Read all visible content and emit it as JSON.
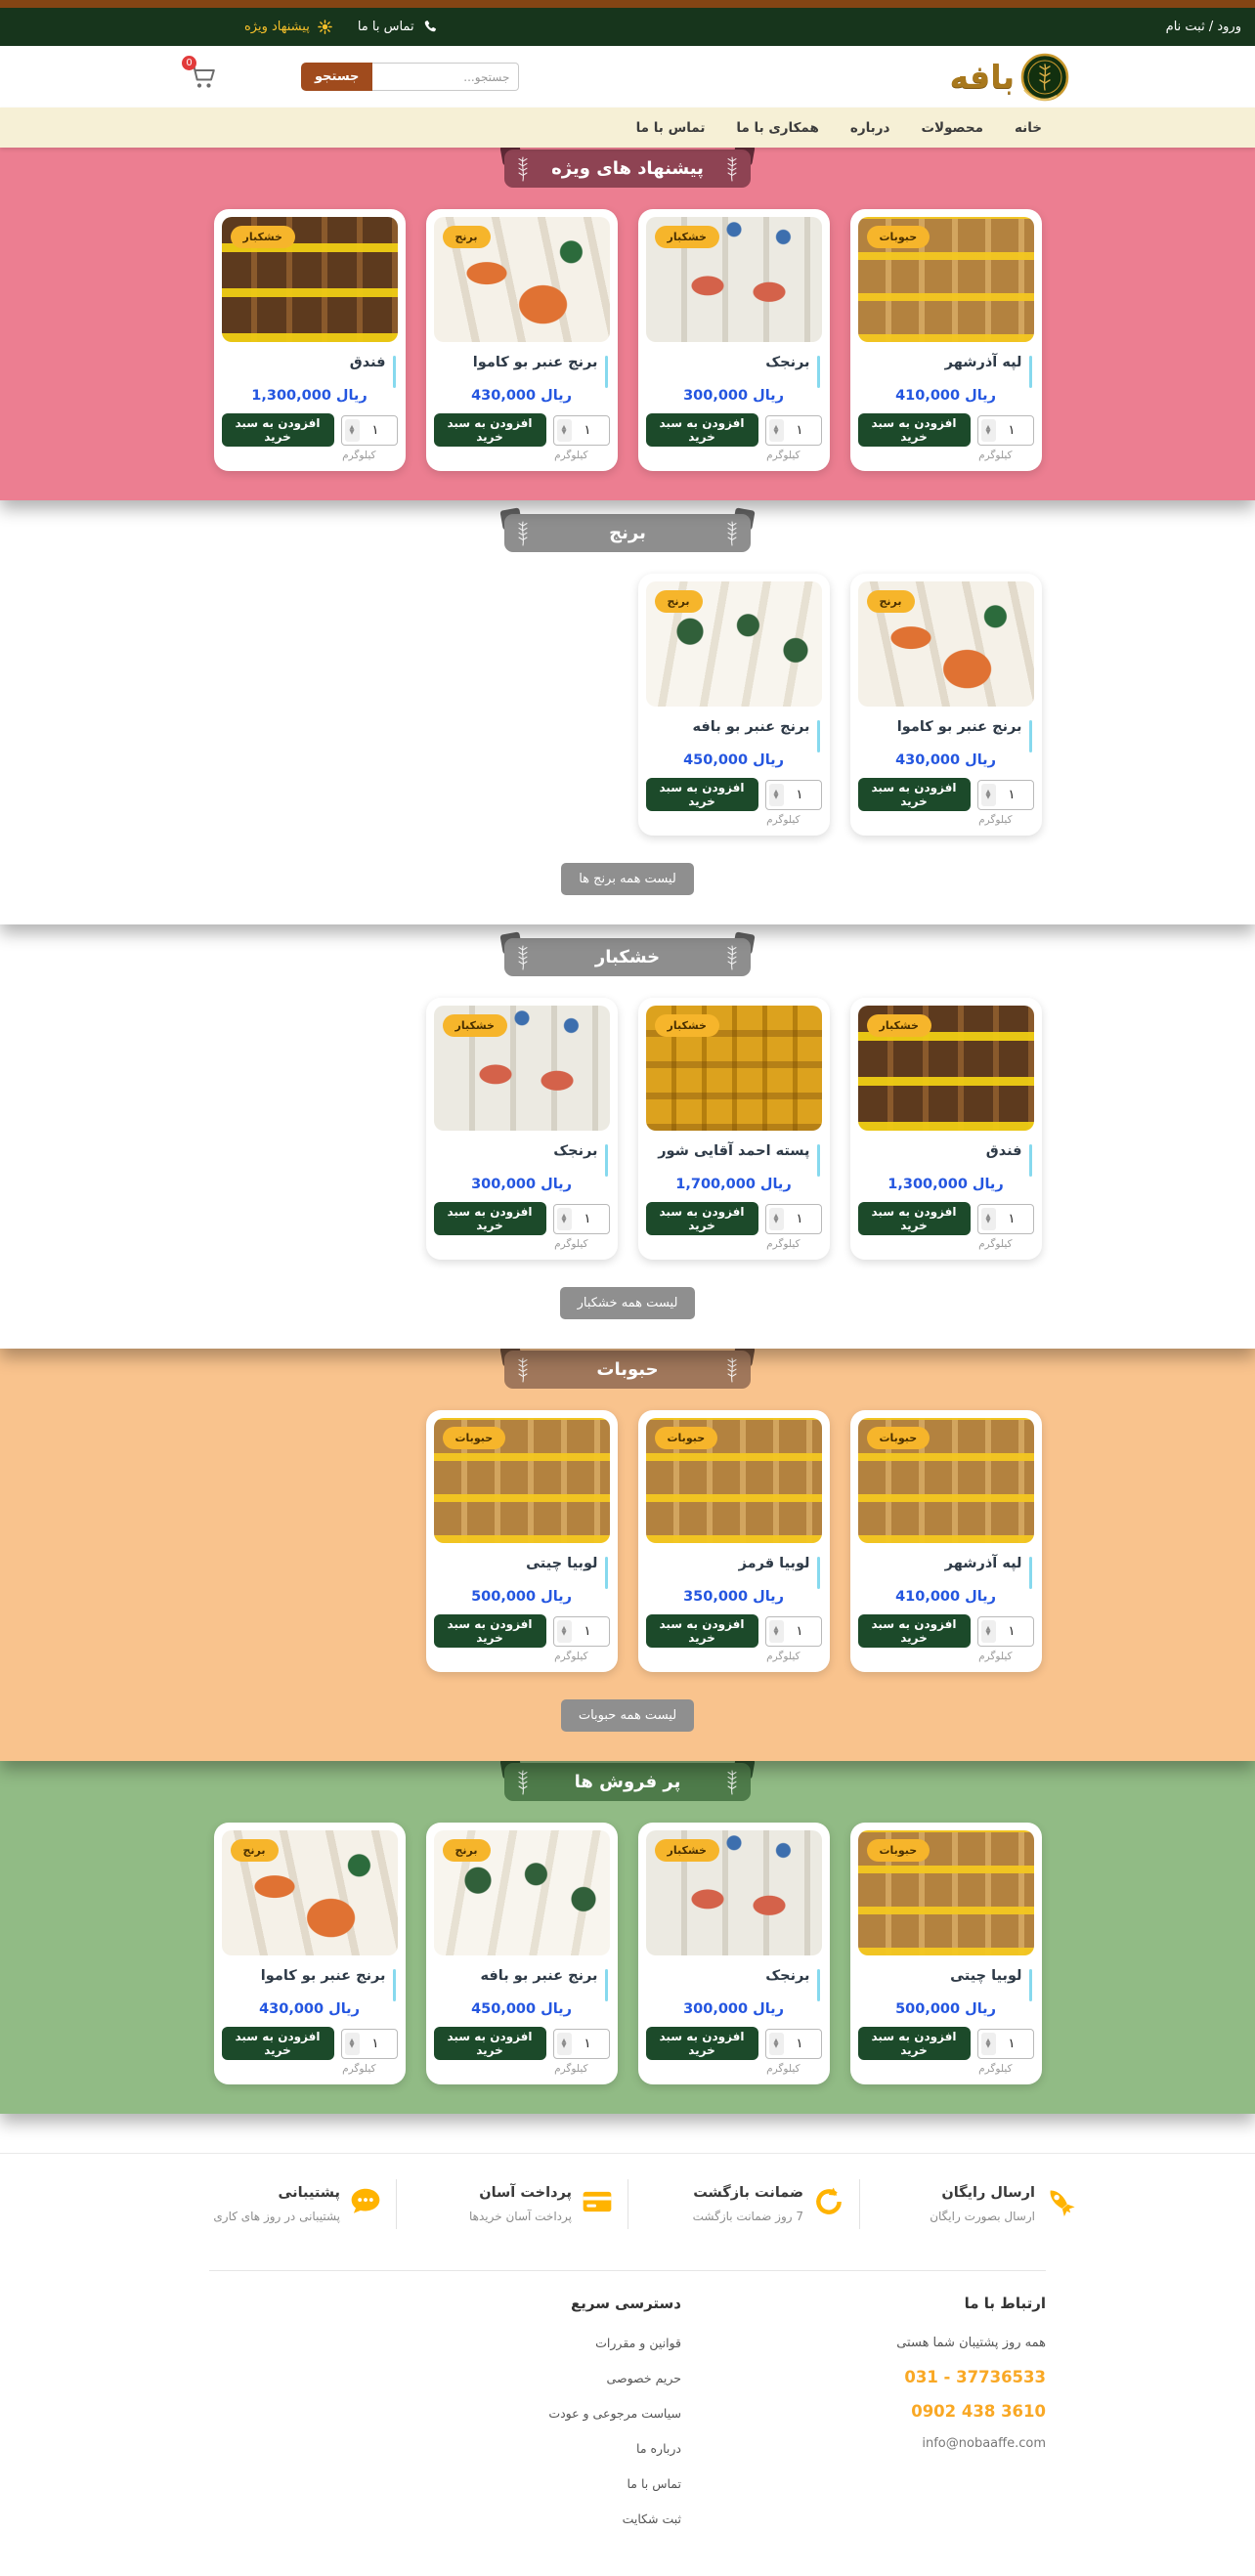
{
  "topbar": {
    "login": "ورود / ثبت نام",
    "contact": "تماس با ما",
    "special": "پیشنهاد ویژه"
  },
  "header": {
    "logo_text": "بافه",
    "search_placeholder": "جستجو...",
    "search_button": "جستجو",
    "cart_count": "0"
  },
  "nav": {
    "items": [
      {
        "label": "خانه"
      },
      {
        "label": "محصولات"
      },
      {
        "label": "درباره"
      },
      {
        "label": "همکاری با ما"
      },
      {
        "label": "تماس با ما"
      }
    ]
  },
  "labels": {
    "currency": "ریال",
    "add_to_cart": "افزودن به سبد خرید",
    "unit": "کیلوگرم",
    "qty": "۱"
  },
  "colors": {
    "accent_yellow": "#f6b52b",
    "price_blue": "#2456e0",
    "button_green": "#1c4a2a",
    "pink_bg": "#ec7e91",
    "orange_bg": "#f9c38d",
    "green_bg": "#91bb85",
    "search_brown": "#a04b1d",
    "topbar_green": "#17351c"
  },
  "sections": [
    {
      "title": "پیشنهاد های ویژه",
      "products": [
        {
          "badge": "حبوبات",
          "title": "لپه آذرشهر",
          "price": "410,000",
          "img": "lape"
        },
        {
          "badge": "خشکبار",
          "title": "برنجک",
          "price": "300,000",
          "img": "berenjak"
        },
        {
          "badge": "برنج",
          "title": "برنج عنبر بو کاموا",
          "price": "430,000",
          "img": "kamova"
        },
        {
          "badge": "خشکبار",
          "title": "فندق",
          "price": "1,300,000",
          "img": "fandogh"
        }
      ]
    },
    {
      "title": "برنج",
      "list_all": "لیست همه برنج ها",
      "products": [
        {
          "badge": "برنج",
          "title": "برنج عنبر بو کاموا",
          "price": "430,000",
          "img": "kamova"
        },
        {
          "badge": "برنج",
          "title": "برنج عنبر بو بافه",
          "price": "450,000",
          "img": "bafe"
        }
      ]
    },
    {
      "title": "خشکبار",
      "list_all": "لیست همه خشکبار",
      "products": [
        {
          "badge": "خشکبار",
          "title": "فندق",
          "price": "1,300,000",
          "img": "fandogh"
        },
        {
          "badge": "خشکبار",
          "title": "پسته احمد آقایی شور",
          "price": "1,700,000",
          "img": "pesteh"
        },
        {
          "badge": "خشکبار",
          "title": "برنجک",
          "price": "300,000",
          "img": "berenjak"
        }
      ]
    },
    {
      "title": "حبوبات",
      "list_all": "لیست همه حبوبات",
      "products": [
        {
          "badge": "حبوبات",
          "title": "لپه آذرشهر",
          "price": "410,000",
          "img": "lape"
        },
        {
          "badge": "حبوبات",
          "title": "لوبیا قرمز",
          "price": "350,000",
          "img": "lubia"
        },
        {
          "badge": "حبوبات",
          "title": "لوبیا چیتی",
          "price": "500,000",
          "img": "lubia"
        }
      ]
    },
    {
      "title": "پر فروش ها",
      "products": [
        {
          "badge": "حبوبات",
          "title": "لوبیا چیتی",
          "price": "500,000",
          "img": "lubia"
        },
        {
          "badge": "خشکبار",
          "title": "برنجک",
          "price": "300,000",
          "img": "berenjak"
        },
        {
          "badge": "برنج",
          "title": "برنج عنبر بو بافه",
          "price": "450,000",
          "img": "bafe"
        },
        {
          "badge": "برنج",
          "title": "برنج عنبر بو کاموا",
          "price": "430,000",
          "img": "kamova"
        }
      ]
    }
  ],
  "features": [
    {
      "title": "ارسال رایگان",
      "subtitle": "ارسال بصورت رایگان",
      "icon": "rocket-icon"
    },
    {
      "title": "ضمانت بازگشت",
      "subtitle": "7 روز ضمانت بازگشت",
      "icon": "refresh-icon"
    },
    {
      "title": "پرداخت آسان",
      "subtitle": "پرداخت آسان خریدها",
      "icon": "credit-card-icon"
    },
    {
      "title": "پشتیبانی",
      "subtitle": "پشتیبانی در روز های کاری",
      "icon": "chat-icon"
    }
  ],
  "footer": {
    "contact_title": "ارتباط با ما",
    "contact_note": "همه روز پشتیبان شما هستی",
    "phone1": "031 - 37736533",
    "phone2": "0902 438 3610",
    "email": "info@nobaaffe.com",
    "quick_title": "دسترسی سریع",
    "quick_links": [
      {
        "label": "قوانین و مقررات"
      },
      {
        "label": "حریم خصوصی"
      },
      {
        "label": "سیاست مرجوعی و عودت"
      },
      {
        "label": "درباره ما"
      },
      {
        "label": "تماس با ما"
      },
      {
        "label": "ثبت شکایت"
      }
    ]
  }
}
